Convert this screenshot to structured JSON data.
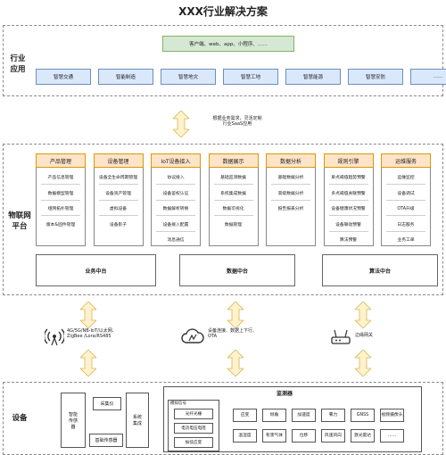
{
  "title": "XXX行业解决方案",
  "industry": {
    "label_line1": "行业",
    "label_line2": "应用",
    "clients": "客户端、web、app、小程序、……",
    "apps": [
      "智慧交通",
      "智能制造",
      "智慧地灾",
      "智慧工地",
      "智慧能源",
      "智慧安防",
      "……"
    ]
  },
  "middle_note": {
    "line1": "根据业务需求，灵活定制",
    "line2": "行业SaaS应用"
  },
  "iot": {
    "label_line1": "物联网",
    "label_line2": "平台",
    "columns": [
      {
        "head": "产品管理",
        "items": [
          "产品信息管理",
          "数据模型管理",
          "组网拓扑管理",
          "版本&固件管理"
        ]
      },
      {
        "head": "设备管理",
        "items": [
          "设备全生命周期管理",
          "设备资产管理",
          "虚拟设备",
          "设备影子"
        ]
      },
      {
        "head": "IoT设备接入",
        "items": [
          "协议接入",
          "设备鉴权认证",
          "数据解析转换",
          "设备接入配置",
          "消息通信"
        ]
      },
      {
        "head": "数据展示",
        "items": [
          "基础监测数据",
          "系统集成数据",
          "数据可视化",
          "数据管理"
        ]
      },
      {
        "head": "数据分析",
        "items": [
          "基础数据分析",
          "高级数据分析",
          "报告报表分析"
        ]
      },
      {
        "head": "规则引擎",
        "items": [
          "单点阈值趋势预警",
          "多点阈值关联预警",
          "设备健康状况预警",
          "设备联动预警",
          "算法预警"
        ]
      },
      {
        "head": "运维服务",
        "items": [
          "运维监控",
          "设备调试",
          "OTA升级",
          "日志服务",
          "业务工单"
        ]
      }
    ],
    "platforms": [
      "业务中台",
      "数据中台",
      "算法中台"
    ]
  },
  "network": {
    "left_text_line1": "4G/5G/NB-IoT/以太网、",
    "left_text_line2": "ZigBee /Lora/RS485",
    "middle_text_line1": "设备连接、数据上下行、",
    "middle_text_line2": "OTA",
    "right_text": "边缘网关"
  },
  "device": {
    "label": "设备",
    "left_boxes": [
      "智能传感器",
      "采集仪",
      "基础传感器",
      "系统集成"
    ],
    "monitor_title": "监测器",
    "analog_title": "模拟信号",
    "analog_items": [
      "光纤光栅",
      "电流电压电阻",
      "振弦应变"
    ],
    "sensors_row1": [
      "应变",
      "倾角",
      "加速度",
      "雾力",
      "GNSS",
      "视频摄像头"
    ],
    "sensors_row2": [
      "温湿度",
      "有害气体",
      "位移",
      "风速风向",
      "激光雷达",
      "……"
    ]
  },
  "colors": {
    "blue_fill": "#dae8fc",
    "blue_border": "#6c8ebf",
    "green_fill": "#d5e8d4",
    "orange_fill": "#fde3c8",
    "arrow_fill": "#fff2cc"
  }
}
